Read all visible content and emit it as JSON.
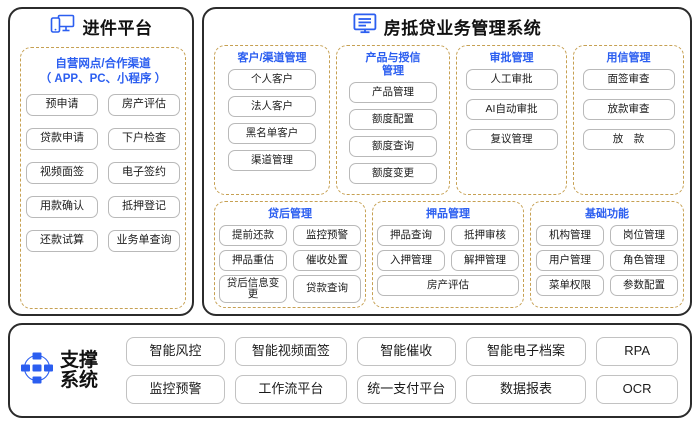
{
  "theme": {
    "accent": "#2b5ef0",
    "dashed_border": "#c6a052",
    "panel_border": "#2b2b2b",
    "btn_border": "#b9b9b9"
  },
  "intake": {
    "title": "进件平台",
    "icon": "devices-icon",
    "group_title_line1": "自营网点/合作渠道",
    "group_title_line2": "（ APP、PC、小程序 ）",
    "buttons": [
      "预申请",
      "房产评估",
      "贷款申请",
      "下户检查",
      "视频面签",
      "电子签约",
      "用款确认",
      "抵押登记",
      "还款试算",
      "业务单查询"
    ]
  },
  "core": {
    "title": "房抵贷业务管理系统",
    "icon": "monitor-list-icon",
    "groups": [
      {
        "name": "customer-channel",
        "title": "客户/渠道管理",
        "title_lines": [
          "客户/渠道管理"
        ],
        "items": [
          "个人客户",
          "法人客户",
          "黑名单客户",
          "渠道管理"
        ]
      },
      {
        "name": "product-credit",
        "title": "产品与授信管理",
        "title_lines": [
          "产品与授信",
          "管理"
        ],
        "items": [
          "产品管理",
          "额度配置",
          "额度查询",
          "额度变更"
        ]
      },
      {
        "name": "approval",
        "title": "审批管理",
        "title_lines": [
          "审批管理"
        ],
        "items": [
          "人工审批",
          "AI自动审批",
          "复议管理"
        ]
      },
      {
        "name": "credit-usage",
        "title": "用信管理",
        "title_lines": [
          "用信管理"
        ],
        "items": [
          "面签审查",
          "放款审查",
          "放　款"
        ]
      },
      {
        "name": "post-loan",
        "title": "贷后管理",
        "title_lines": [
          "贷后管理"
        ],
        "items": [
          "提前还款",
          "监控预警",
          "押品重估",
          "催收处置",
          "贷后信息变更",
          "贷款查询"
        ]
      },
      {
        "name": "collateral",
        "title": "押品管理",
        "title_lines": [
          "押品管理"
        ],
        "items": [
          "押品查询",
          "抵押审核",
          "入押管理",
          "解押管理",
          "房产评估"
        ]
      },
      {
        "name": "basic-function",
        "title": "基础功能",
        "title_lines": [
          "基础功能"
        ],
        "items": [
          "机构管理",
          "岗位管理",
          "用户管理",
          "角色管理",
          "菜单权限",
          "参数配置"
        ]
      }
    ]
  },
  "support": {
    "title_line1": "支撑",
    "title_line2": "系统",
    "icon": "network-nodes-icon",
    "items": [
      "智能风控",
      "智能视频面签",
      "智能催收",
      "智能电子档案",
      "RPA",
      "监控预警",
      "工作流平台",
      "统一支付平台",
      "数据报表",
      "OCR"
    ]
  }
}
